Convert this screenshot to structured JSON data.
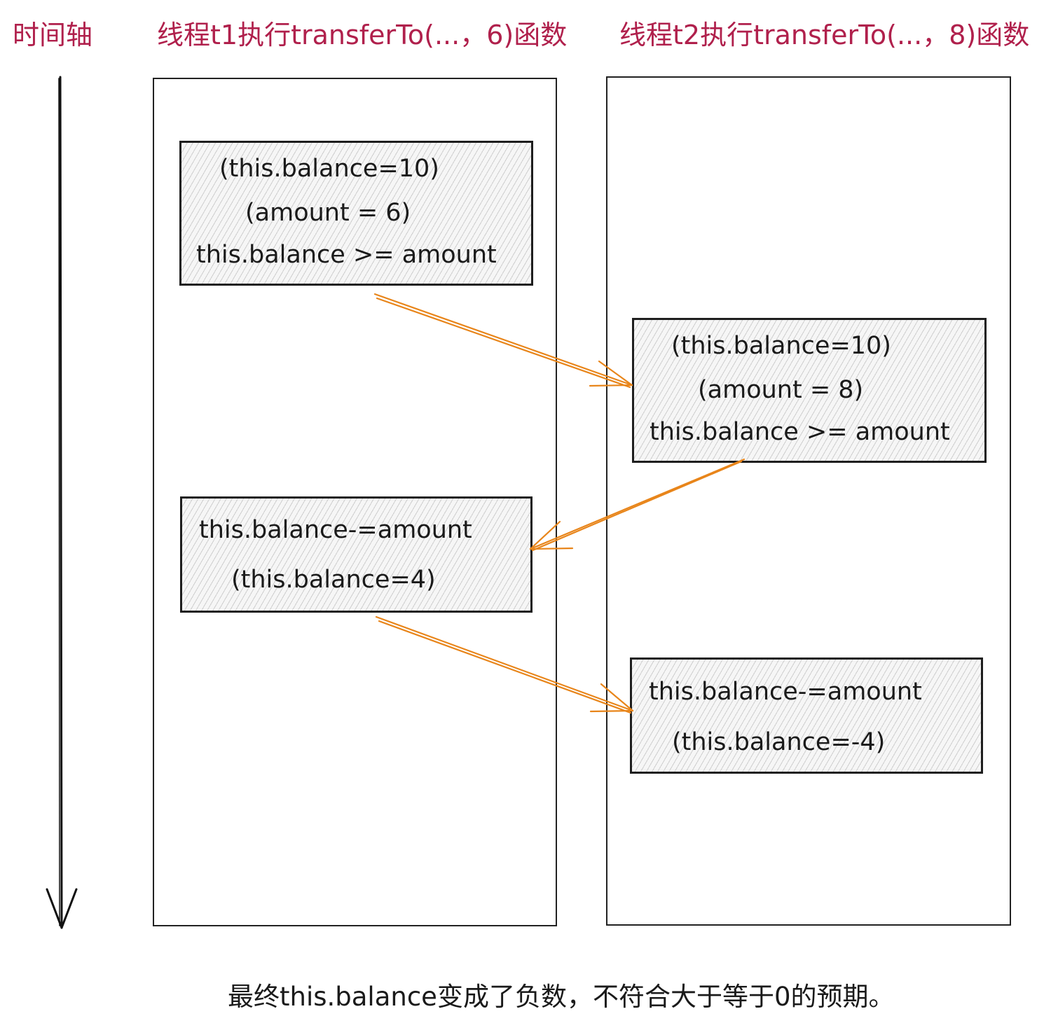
{
  "headers": {
    "time_axis": "时间轴",
    "thread1": "线程t1执行transferTo(...，6)函数",
    "thread2": "线程t2执行transferTo(...，8)函数"
  },
  "steps": [
    {
      "thread": "t1",
      "lines": [
        "(this.balance=10)",
        "(amount = 6)",
        "this.balance >= amount"
      ]
    },
    {
      "thread": "t2",
      "lines": [
        "(this.balance=10)",
        "(amount = 8)",
        "this.balance >= amount"
      ]
    },
    {
      "thread": "t1",
      "lines": [
        "this.balance-=amount",
        "(this.balance=4)"
      ]
    },
    {
      "thread": "t2",
      "lines": [
        "this.balance-=amount",
        "(this.balance=-4)"
      ]
    }
  ],
  "footer": "最终this.balance变成了负数，不符合大于等于0的预期。",
  "colors": {
    "header_text": "#b0204c",
    "arrow": "#e8851a",
    "box_border": "#1e1e1e",
    "lane_border": "#222222"
  }
}
